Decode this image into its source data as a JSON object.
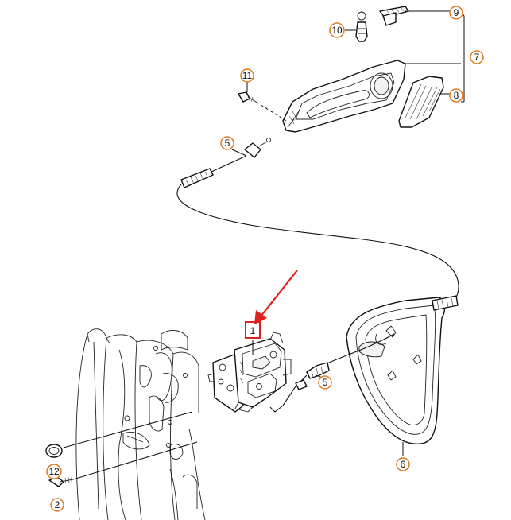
{
  "callouts": {
    "c2": "2",
    "c5a": "5",
    "c5b": "5",
    "c6": "6",
    "c7": "7",
    "c8": "8",
    "c9": "9",
    "c10": "10",
    "c11": "11",
    "c12": "12"
  },
  "colors": {
    "callout_ring": "#e07a1f",
    "highlight": "#e02020",
    "line": "#111111"
  }
}
